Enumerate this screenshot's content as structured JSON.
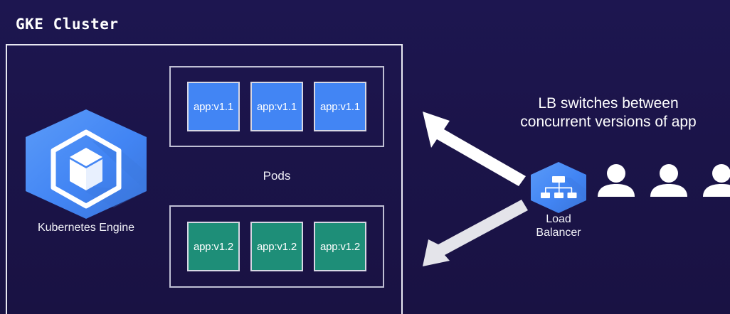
{
  "title": "GKE Cluster",
  "cluster": {
    "engine": {
      "label": "Kubernetes Engine",
      "icon": "kubernetes-engine-hexagon-icon",
      "hex_color": "#4285f4"
    },
    "pods_label": "Pods",
    "pod_groups": [
      {
        "version": "v1.1",
        "color": "#4285f4",
        "pods": [
          {
            "label": "app:v1.1"
          },
          {
            "label": "app:v1.1"
          },
          {
            "label": "app:v1.1"
          }
        ]
      },
      {
        "version": "v1.2",
        "color": "#1e8e78",
        "pods": [
          {
            "label": "app:v1.2"
          },
          {
            "label": "app:v1.2"
          },
          {
            "label": "app:v1.2"
          }
        ]
      }
    ]
  },
  "load_balancer": {
    "label_line1": "Load",
    "label_line2": "Balancer",
    "icon": "load-balancer-hexagon-icon",
    "hex_color": "#4285f4"
  },
  "users": {
    "count": 3,
    "icon": "user-icon",
    "color": "#ffffff"
  },
  "annotation": {
    "line1": "LB switches between",
    "line2": "concurrent versions of app"
  },
  "arrows": [
    {
      "name": "arrow-lb-to-v11",
      "direction": "up-left",
      "color": "#ffffff"
    },
    {
      "name": "arrow-lb-to-v12",
      "direction": "down-left",
      "color": "#e4e4ea"
    }
  ],
  "colors": {
    "background": "#1a1448",
    "border": "#e8e8f2",
    "pod_border": "#d7d7e4",
    "text": "#ffffff"
  }
}
